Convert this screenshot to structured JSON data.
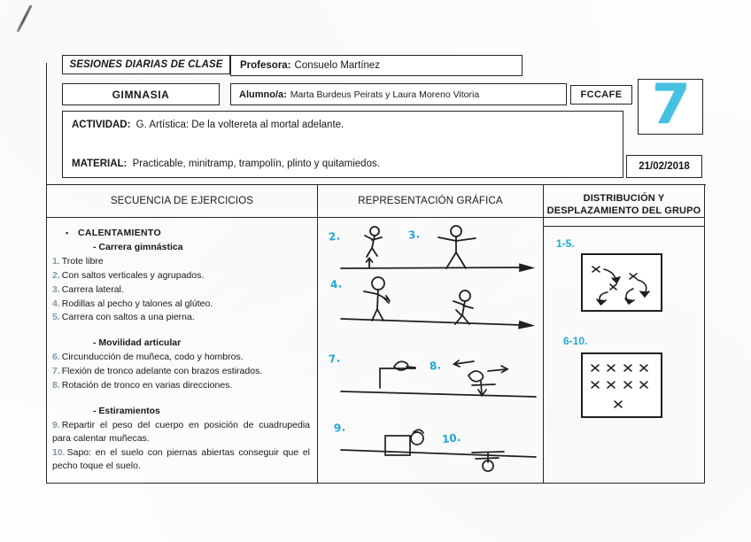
{
  "document": {
    "type": "scanned-lesson-plan",
    "sheet_number": "7",
    "date": "21/02/2018",
    "institution_code": "FCCAFE"
  },
  "header": {
    "title_box": "SESIONES DIARIAS DE CLASE",
    "subject_box": "GIMNASIA",
    "teacher_label": "Profesora:",
    "teacher_name": "Consuelo Martínez",
    "student_label": "Alumno/a:",
    "student_names": "Marta Burdeus Peirats y Laura Moreno Vitoria",
    "activity_label": "ACTIVIDAD:",
    "activity_text": "G. Artística: De la voltereta al mortal adelante.",
    "material_label": "MATERIAL:",
    "material_text": "Practicable, minitramp, trampolín, plinto y quitamiedos."
  },
  "table": {
    "columns": [
      {
        "id": "sequence",
        "header": "SECUENCIA DE EJERCICIOS"
      },
      {
        "id": "graphic",
        "header": "REPRESENTACIÓN GRÁFICA"
      },
      {
        "id": "distribution",
        "header_line1": "DISTRIBUCIÓN Y",
        "header_line2": "DESPLAZAMIENTO DEL GRUPO"
      }
    ]
  },
  "sequence": {
    "blocks": [
      {
        "bullet": "•",
        "title": "CALENTAMIENTO",
        "subtitle": "- Carrera gimnástica",
        "items": [
          {
            "n": "1.",
            "text": "Trote libre"
          },
          {
            "n": "2.",
            "text": "Con saltos verticales y agrupados."
          },
          {
            "n": "3.",
            "text": "Carrera lateral."
          },
          {
            "n": "4.",
            "text": "Rodillas al pecho y talones al glúteo."
          },
          {
            "n": "5.",
            "text": "Carrera con saltos a una pierna."
          }
        ]
      },
      {
        "bullet": "",
        "title": "",
        "subtitle": "- Movilidad articular",
        "items": [
          {
            "n": "6.",
            "text": "Circunducción de muñeca, codo y hombros."
          },
          {
            "n": "7.",
            "text": "Flexión de tronco adelante con brazos estirados."
          },
          {
            "n": "8.",
            "text": "Rotación de tronco en varias direcciones."
          }
        ]
      },
      {
        "bullet": "",
        "title": "",
        "subtitle": "- Estiramientos",
        "items": [
          {
            "n": "9.",
            "text": "Repartir el peso del cuerpo en posición de cuadrupedia para calentar muñecas."
          },
          {
            "n": "10.",
            "text": "Sapo: en el suelo con piernas abiertas conseguir que el pecho toque el suelo."
          }
        ]
      }
    ]
  },
  "graphic_sketches": {
    "ink_color": "#1fa8d8",
    "labels": [
      "2.",
      "3.",
      "4.",
      "7.",
      "8.",
      "9.",
      "10."
    ],
    "descriptions": [
      "stick figure jumping with upward arrow over a ground line with arrow",
      "stick figure with arms out in straddle stance on ground line",
      "stick figure running with arrow on ground line",
      "figure in quadruped position on a raised step over ground line",
      "figure with arrows pointing left, right and down on ground line",
      "figure kneeling in box shape on ground line",
      "figure lying flat on ground line"
    ]
  },
  "distribution": {
    "groups": [
      {
        "label": "1-5.",
        "pattern": "scattered-with-curved-arrows",
        "marks": 4
      },
      {
        "label": "6-10.",
        "pattern": "rows-of-x",
        "rows": [
          4,
          4,
          1
        ],
        "marks": 9
      }
    ]
  },
  "colors": {
    "ink_blue": "#1fa8d8",
    "marker_cyan": "#46c0e0",
    "rule_black": "#25252a",
    "numbering_faded": "#7e9aa8"
  }
}
